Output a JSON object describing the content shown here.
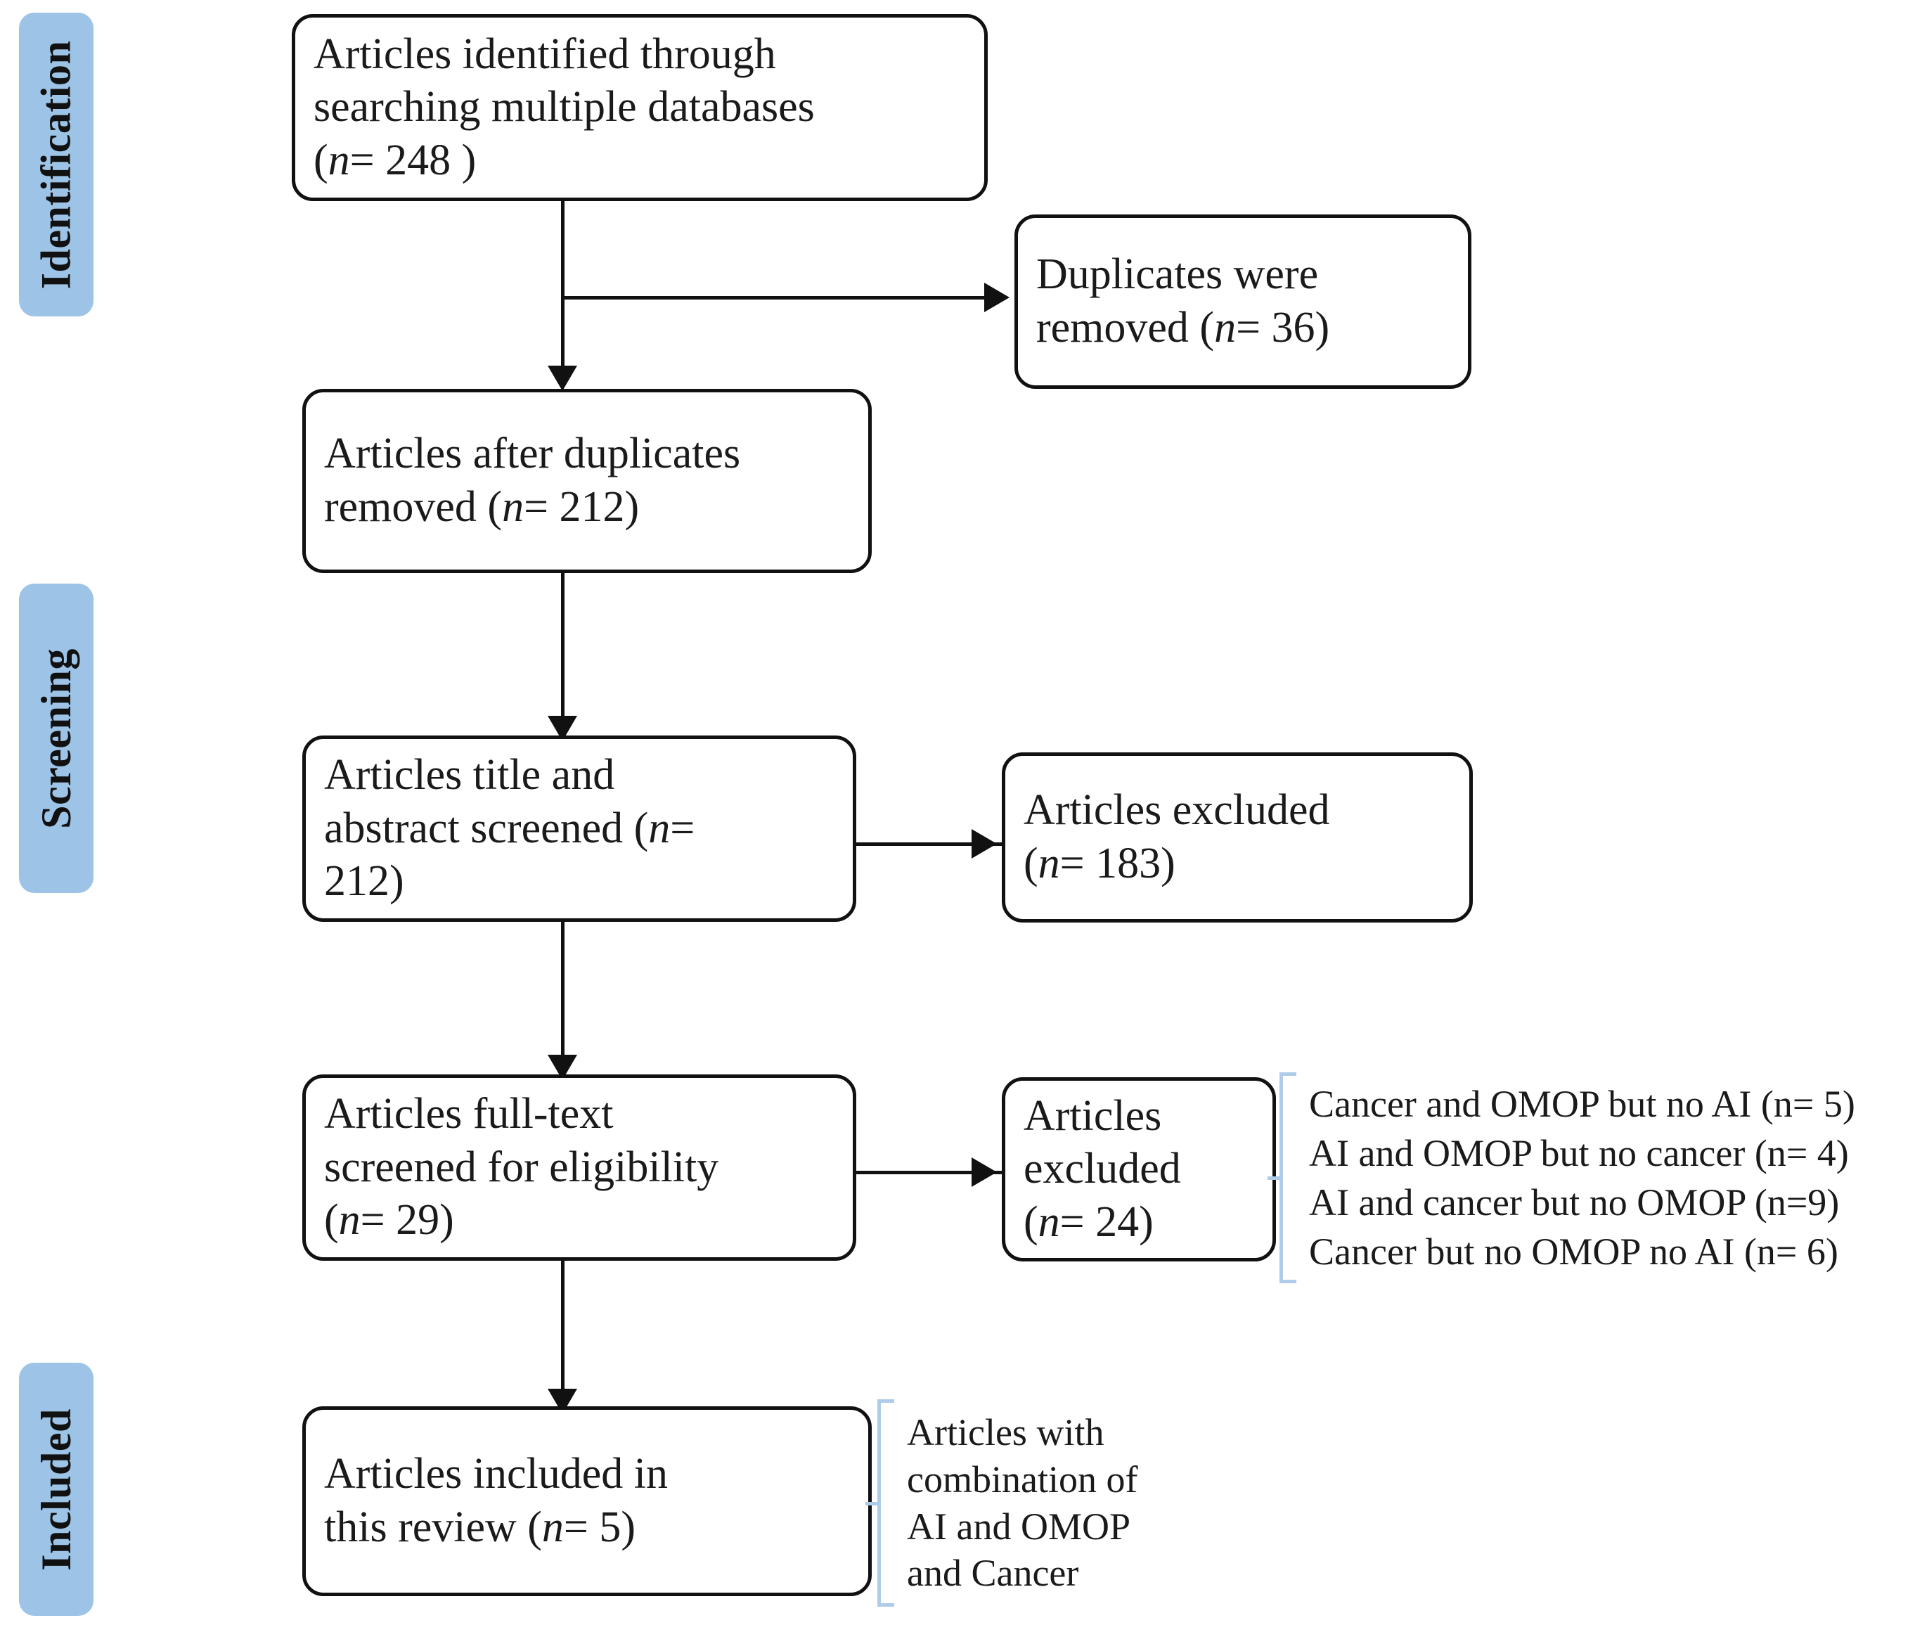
{
  "diagram": {
    "type": "prisma-flow-diagram",
    "accent_color": "#9DC3E6",
    "bracket_color": "#AECBEA",
    "box_border_color": "#111111",
    "background": "#ffffff"
  },
  "stages": [
    {
      "id": "identification",
      "label": "Identification"
    },
    {
      "id": "screening",
      "label": "Screening"
    },
    {
      "id": "included",
      "label": "Included"
    }
  ],
  "boxes": {
    "identified": {
      "line1": "Articles identified through",
      "line2": "searching multiple databases",
      "line3_pre": "(",
      "line3_n": "n",
      "line3_post": "= 248 )"
    },
    "duplicates_removed": {
      "line1": "Duplicates were",
      "line2_pre": "removed (",
      "line2_n": "n",
      "line2_post": "= 36)"
    },
    "after_duplicates": {
      "line1": "Articles after duplicates",
      "line2_pre": "removed (",
      "line2_n": "n",
      "line2_post": "= 212)"
    },
    "title_abstract_screened": {
      "line1": "Articles title and",
      "line2_pre": "abstract screened (",
      "line2_n": "n",
      "line2_post": "=",
      "line3": "212)"
    },
    "excluded_screening": {
      "line1": "Articles excluded",
      "line2_pre": "(",
      "line2_n": "n",
      "line2_post": "= 183)"
    },
    "fulltext_screened": {
      "line1": "Articles full-text",
      "line2": "screened for eligibility",
      "line3_pre": "(",
      "line3_n": "n",
      "line3_post": "= 29)"
    },
    "excluded_fulltext": {
      "line1": "Articles",
      "line2": "excluded",
      "line3_pre": "(",
      "line3_n": "n",
      "line3_post": "= 24)"
    },
    "included_final": {
      "line1": "Articles included in",
      "line2_pre": "this review (",
      "line2_n": "n",
      "line2_post": "= 5)"
    }
  },
  "exclusion_reasons": {
    "items": [
      "Cancer and OMOP but no AI (n= 5)",
      "AI and OMOP but no cancer (n= 4)",
      "AI and cancer but no OMOP (n=9)",
      "Cancer but no OMOP no AI (n= 6)"
    ]
  },
  "inclusion_note": {
    "lines": [
      "Articles with",
      "combination of",
      "AI and OMOP",
      "and Cancer"
    ]
  },
  "chart_data": {
    "type": "flowchart",
    "title": "PRISMA flow diagram",
    "stages": [
      "Identification",
      "Screening",
      "Included"
    ],
    "nodes": [
      {
        "id": "identified",
        "stage": "Identification",
        "label": "Articles identified through searching multiple databases",
        "n": 248
      },
      {
        "id": "duplicates_removed",
        "stage": "Identification",
        "label": "Duplicates were removed",
        "n": 36
      },
      {
        "id": "after_duplicates",
        "stage": "Identification",
        "label": "Articles after duplicates removed",
        "n": 212
      },
      {
        "id": "title_abstract_screened",
        "stage": "Screening",
        "label": "Articles title and abstract screened",
        "n": 212
      },
      {
        "id": "excluded_screening",
        "stage": "Screening",
        "label": "Articles excluded",
        "n": 183
      },
      {
        "id": "fulltext_screened",
        "stage": "Screening",
        "label": "Articles full-text screened for eligibility",
        "n": 29
      },
      {
        "id": "excluded_fulltext",
        "stage": "Screening",
        "label": "Articles excluded",
        "n": 24
      },
      {
        "id": "included_final",
        "stage": "Included",
        "label": "Articles included in this review",
        "n": 5
      }
    ],
    "edges": [
      {
        "from": "identified",
        "to": "duplicates_removed"
      },
      {
        "from": "identified",
        "to": "after_duplicates"
      },
      {
        "from": "after_duplicates",
        "to": "title_abstract_screened"
      },
      {
        "from": "title_abstract_screened",
        "to": "excluded_screening"
      },
      {
        "from": "title_abstract_screened",
        "to": "fulltext_screened"
      },
      {
        "from": "fulltext_screened",
        "to": "excluded_fulltext"
      },
      {
        "from": "fulltext_screened",
        "to": "included_final"
      }
    ],
    "annotations": {
      "excluded_fulltext_breakdown": [
        {
          "reason": "Cancer and OMOP but no AI",
          "n": 5
        },
        {
          "reason": "AI and OMOP but no cancer",
          "n": 4
        },
        {
          "reason": "AI and cancer but no OMOP",
          "n": 9
        },
        {
          "reason": "Cancer but no OMOP no AI",
          "n": 6
        }
      ],
      "included_final_note": "Articles with combination of AI and OMOP and Cancer"
    }
  }
}
